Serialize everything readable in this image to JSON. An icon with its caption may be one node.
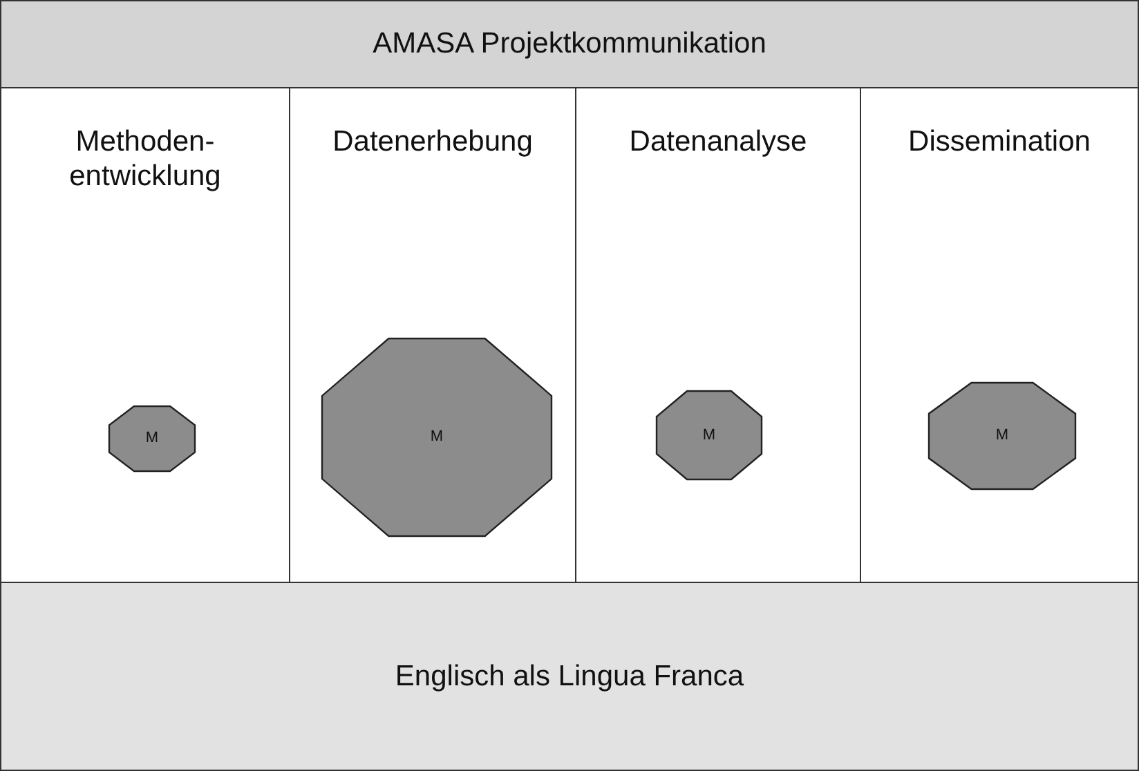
{
  "diagram": {
    "nodes": [
      {
        "text": [
          "AMASA Projektkommunikation"
        ]
      },
      {
        "text": [
          "Methoden- entwicklung"
        ]
      },
      {
        "text": [
          "Datenerhebung"
        ]
      },
      {
        "text": [
          "Datenanalyse"
        ]
      },
      {
        "text": [
          "Dissemination"
        ]
      },
      {
        "text": [
          "M"
        ],
        "in": 1
      },
      {
        "text": [
          "M"
        ],
        "in": 2
      },
      {
        "text": [
          "M"
        ],
        "in": 3
      },
      {
        "text": [
          "M"
        ],
        "in": 4
      },
      {
        "text": [
          "Englisch als Lingua Franca"
        ]
      }
    ]
  }
}
